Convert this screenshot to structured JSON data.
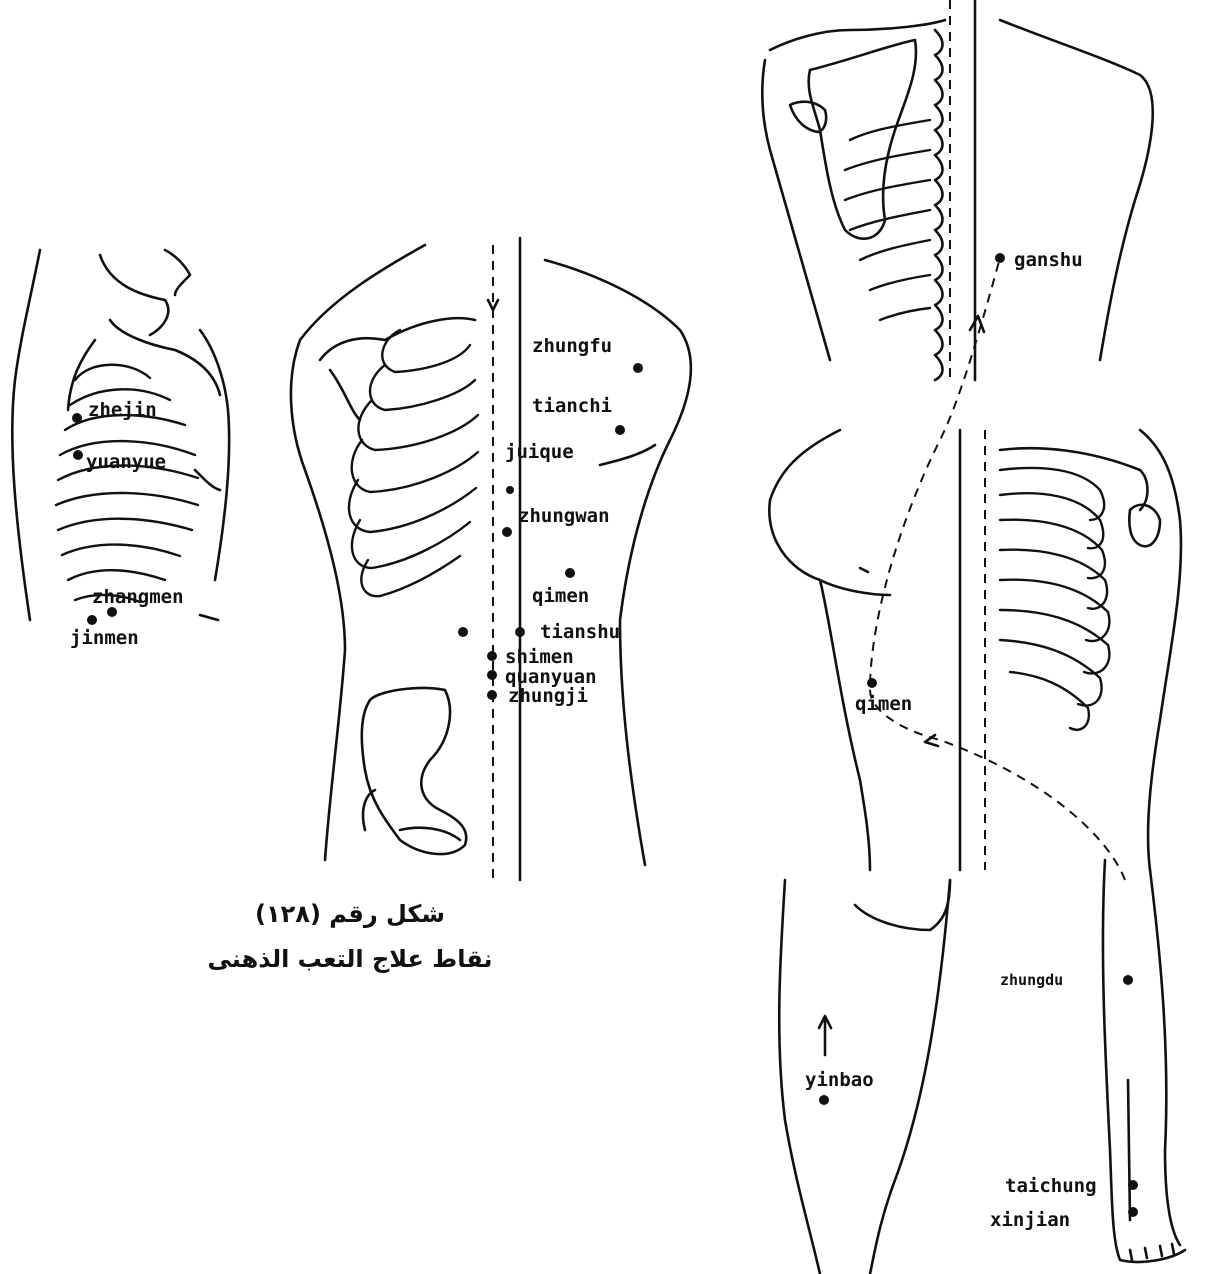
{
  "caption": {
    "line1": "شكل رقم (١٢٨)",
    "line2": "نقاط علاج التعب الذهنى"
  },
  "labels": {
    "zhejin": "zhejin",
    "yuanyue": "yuanyue",
    "zhangmen": "zhangmen",
    "jinmen": "jinmen",
    "zhungfu": "zhungfu",
    "tianchi": "tianchi",
    "juique": "juique",
    "zhungwan": "zhungwan",
    "qimen_front": "qimen",
    "tianshu": "tianshu",
    "shimen": "shimen",
    "quanyuan": "quanyuan",
    "zhungji": "zhungji",
    "ganshu": "ganshu",
    "qimen_side": "qimen",
    "zhungdu": "zhungdu",
    "yinbao": "yinbao",
    "taichung": "taichung",
    "xinjian": "xinjian"
  }
}
